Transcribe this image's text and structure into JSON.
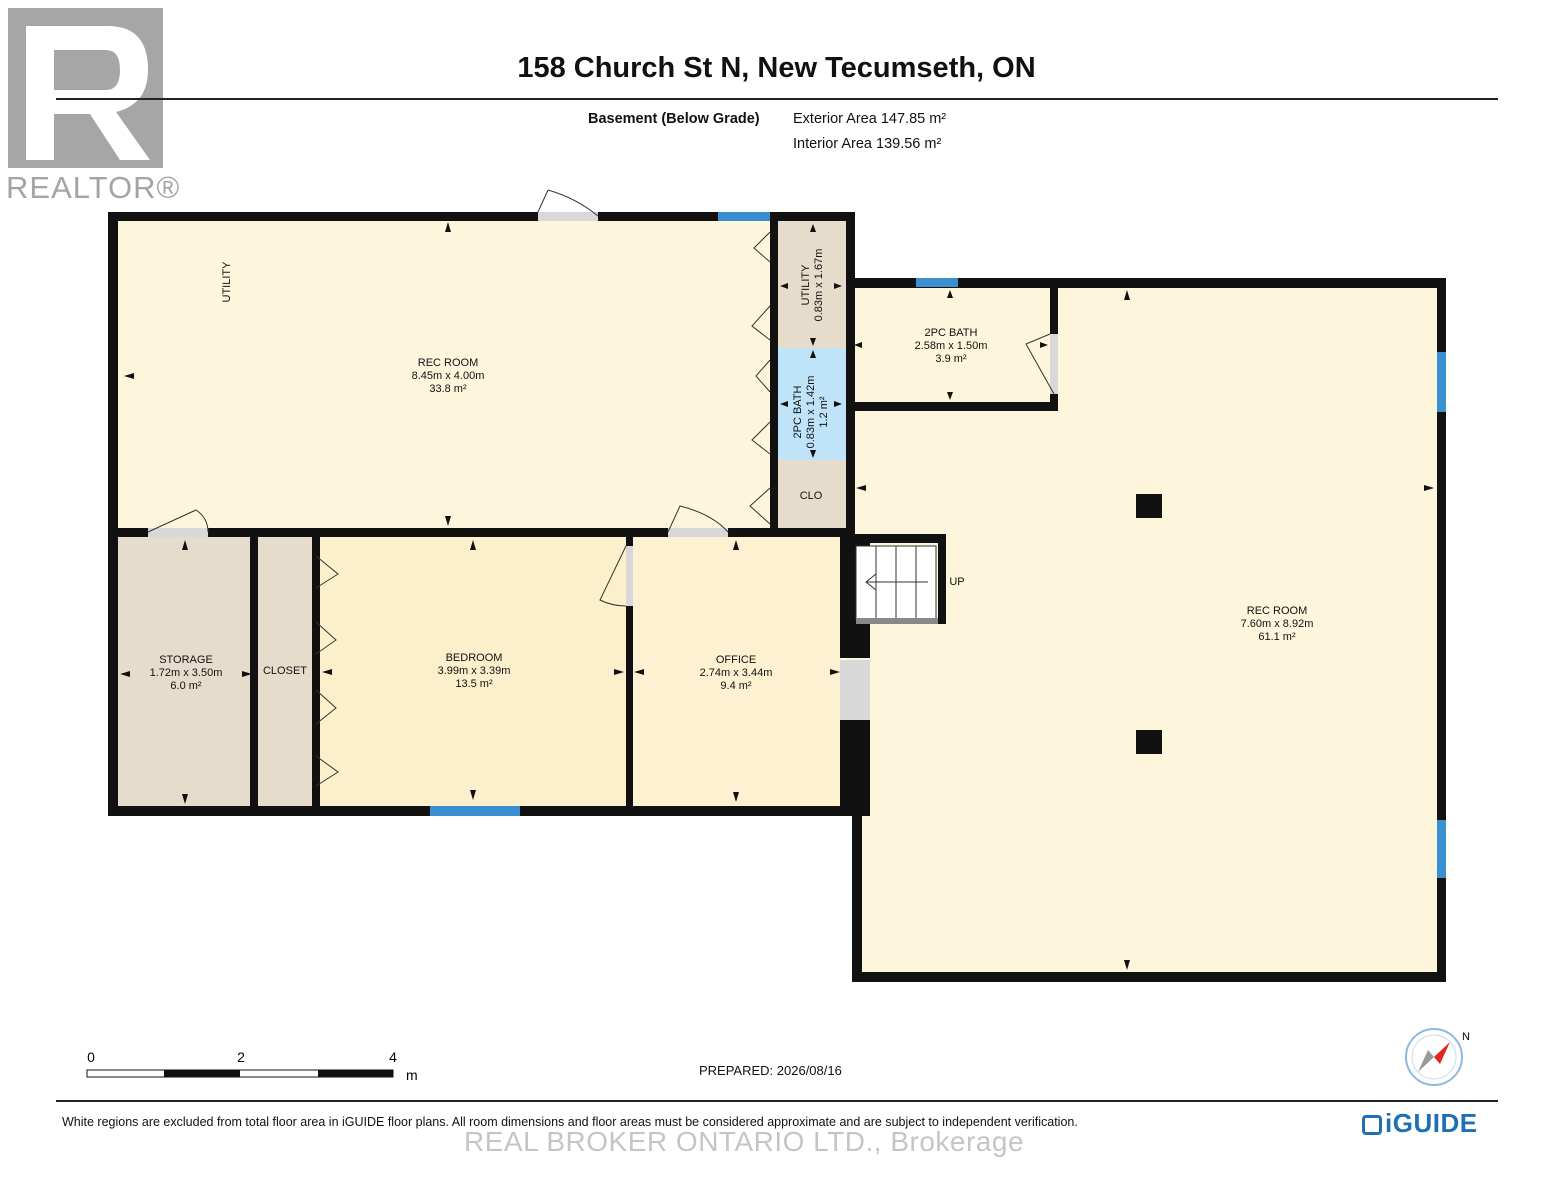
{
  "header": {
    "title": "158 Church St N, New Tecumseth, ON",
    "level": "Basement (Below Grade)",
    "exterior_area": "Exterior Area 147.85 m²",
    "interior_area": "Interior Area 139.56 m²"
  },
  "logo": {
    "text": "REALTOR®"
  },
  "colors": {
    "wall": "#111111",
    "rec_room_fill": "#fdf6dc",
    "bath_fill": "#bfe3f8",
    "utility_fill": "#e6dccb",
    "bedroom_fill": "#fcf0cc",
    "office_fill": "#fdf1d2",
    "window": "#3a8fd0"
  },
  "rooms": {
    "rec_room_left": {
      "name": "REC ROOM",
      "dims": "8.45m x 4.00m",
      "area": "33.8 m²"
    },
    "utility_label": {
      "name": "UTILITY"
    },
    "utility_small": {
      "name": "UTILITY",
      "dims": "0.83m x 1.67m"
    },
    "bath_small": {
      "name": "2PC BATH",
      "dims": "0.83m x 1.42m",
      "area": "1.2 m²"
    },
    "clo": {
      "name": "CLO"
    },
    "bath_right": {
      "name": "2PC BATH",
      "dims": "2.58m x 1.50m",
      "area": "3.9 m²"
    },
    "storage": {
      "name": "STORAGE",
      "dims": "1.72m x 3.50m",
      "area": "6.0 m²"
    },
    "closet": {
      "name": "CLOSET"
    },
    "bedroom": {
      "name": "BEDROOM",
      "dims": "3.99m x 3.39m",
      "area": "13.5 m²"
    },
    "office": {
      "name": "OFFICE",
      "dims": "2.74m x 3.44m",
      "area": "9.4 m²"
    },
    "rec_room_right": {
      "name": "REC ROOM",
      "dims": "7.60m x 8.92m",
      "area": "61.1 m²"
    },
    "stairs": {
      "label": "UP"
    }
  },
  "scale_bar": {
    "labels": [
      "0",
      "2",
      "4"
    ],
    "unit": "m"
  },
  "compass": {
    "label": "N"
  },
  "prepared": "PREPARED: 2026/08/16",
  "footer": {
    "disclaimer": "White regions are excluded from total floor area in iGUIDE floor plans. All room dimensions and floor areas must be considered approximate and are subject to independent verification.",
    "brand": "iGUIDE",
    "watermark": "REAL BROKER ONTARIO LTD., Brokerage"
  }
}
